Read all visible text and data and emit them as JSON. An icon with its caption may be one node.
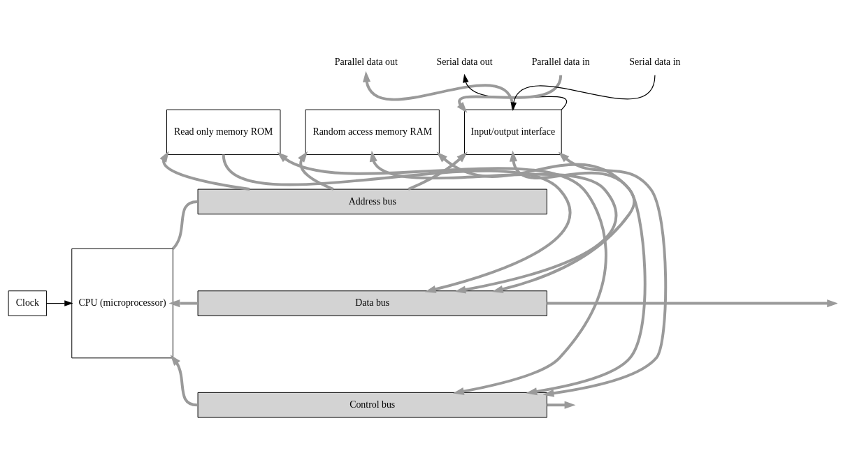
{
  "diagram": {
    "nodes": [
      {
        "text": [
          "Clock"
        ]
      },
      {
        "text": [
          "CPU (microprocessor)"
        ]
      },
      {
        "text": [
          "Read only memory ROM"
        ]
      },
      {
        "text": [
          "Random access memory RAM"
        ]
      },
      {
        "text": [
          "Input/output interface"
        ]
      },
      {
        "text": [
          "Address bus"
        ]
      },
      {
        "text": [
          "Data bus"
        ]
      },
      {
        "text": [
          "Control bus"
        ]
      },
      {
        "text": [
          "Parallel data in"
        ]
      },
      {
        "text": [
          "Serial data in"
        ]
      },
      {
        "text": [
          "Parallel data out"
        ]
      },
      {
        "text": [
          "Serial data out"
        ]
      }
    ],
    "edges": [
      {
        "from": 0,
        "to": 1,
        "arrow": "to",
        "color": "#000000"
      },
      {
        "from": 1,
        "to": 5,
        "arrow": "none"
      },
      {
        "from": 5,
        "to": 2,
        "arrow": "to"
      },
      {
        "from": 5,
        "to": 3,
        "arrow": "to"
      },
      {
        "from": 5,
        "to": 4,
        "arrow": "to"
      },
      {
        "from": 6,
        "to": 1,
        "arrow": "to"
      },
      {
        "from": 6,
        "to": null,
        "arrow": "to"
      },
      {
        "from": 2,
        "to": 6,
        "arrow": "to"
      },
      {
        "from": 3,
        "to": 6,
        "arrow": "both"
      },
      {
        "from": 4,
        "to": 6,
        "arrow": "both"
      },
      {
        "from": 7,
        "to": 1,
        "arrow": "to"
      },
      {
        "from": 7,
        "to": null,
        "arrow": "to"
      },
      {
        "from": 2,
        "to": 7,
        "arrow": "both"
      },
      {
        "from": 3,
        "to": 7,
        "arrow": "both"
      },
      {
        "from": 4,
        "to": 7,
        "arrow": "both"
      },
      {
        "from": 8,
        "to": 4,
        "arrow": "to"
      },
      {
        "from": 9,
        "to": 4,
        "arrow": "to",
        "color": "#000000"
      },
      {
        "from": 4,
        "to": 10,
        "arrow": "to"
      },
      {
        "from": 4,
        "to": 11,
        "arrow": "to",
        "color": "#000000"
      }
    ]
  }
}
